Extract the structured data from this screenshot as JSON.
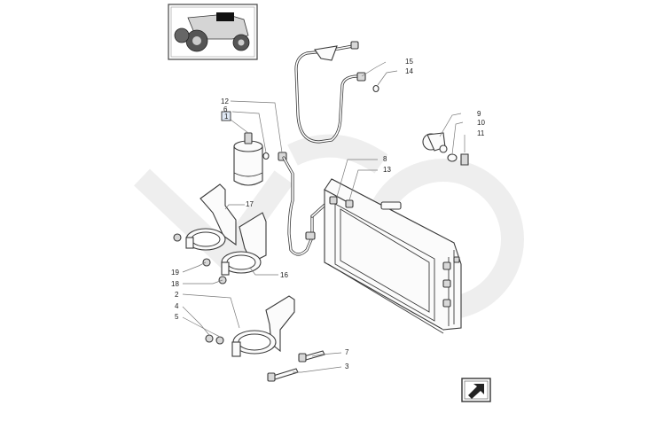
{
  "callouts": {
    "c1": "1",
    "c2": "2",
    "c3": "3",
    "c4": "4",
    "c5": "5",
    "c6": "6",
    "c7": "7",
    "c8": "8",
    "c9": "9",
    "c10": "10",
    "c11": "11",
    "c12": "12",
    "c13": "13",
    "c14": "14",
    "c15": "15",
    "c16": "16",
    "c17": "17",
    "c18": "18",
    "c19": "19"
  },
  "icons": {
    "thumbnail": "tractor-thumbnail-icon",
    "next_page": "next-page-arrow-icon"
  },
  "colors": {
    "line": "#3a3a3a",
    "leader": "#7a7a7a",
    "watermark": "#eeeeee"
  }
}
